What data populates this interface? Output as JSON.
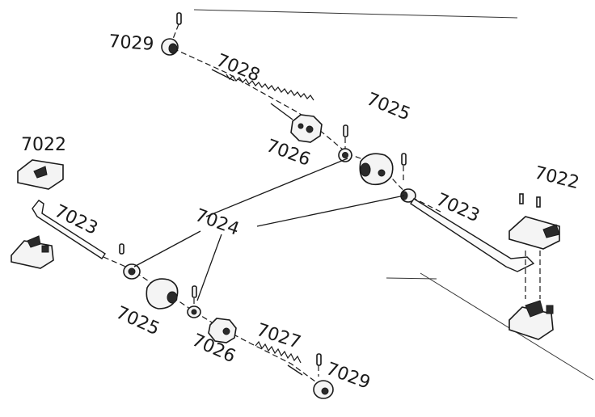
{
  "labels": {
    "l7029_top": "7029",
    "l7028": "7028",
    "l7025_top": "7025",
    "l7026_top": "7026",
    "l7022_left": "7022",
    "l7023_left": "7023",
    "l7024": "7024",
    "l7023_right": "7023",
    "l7022_right": "7022",
    "l7025_bottom": "7025",
    "l7026_bottom": "7026",
    "l7027": "7027",
    "l7029_bottom": "7029"
  }
}
